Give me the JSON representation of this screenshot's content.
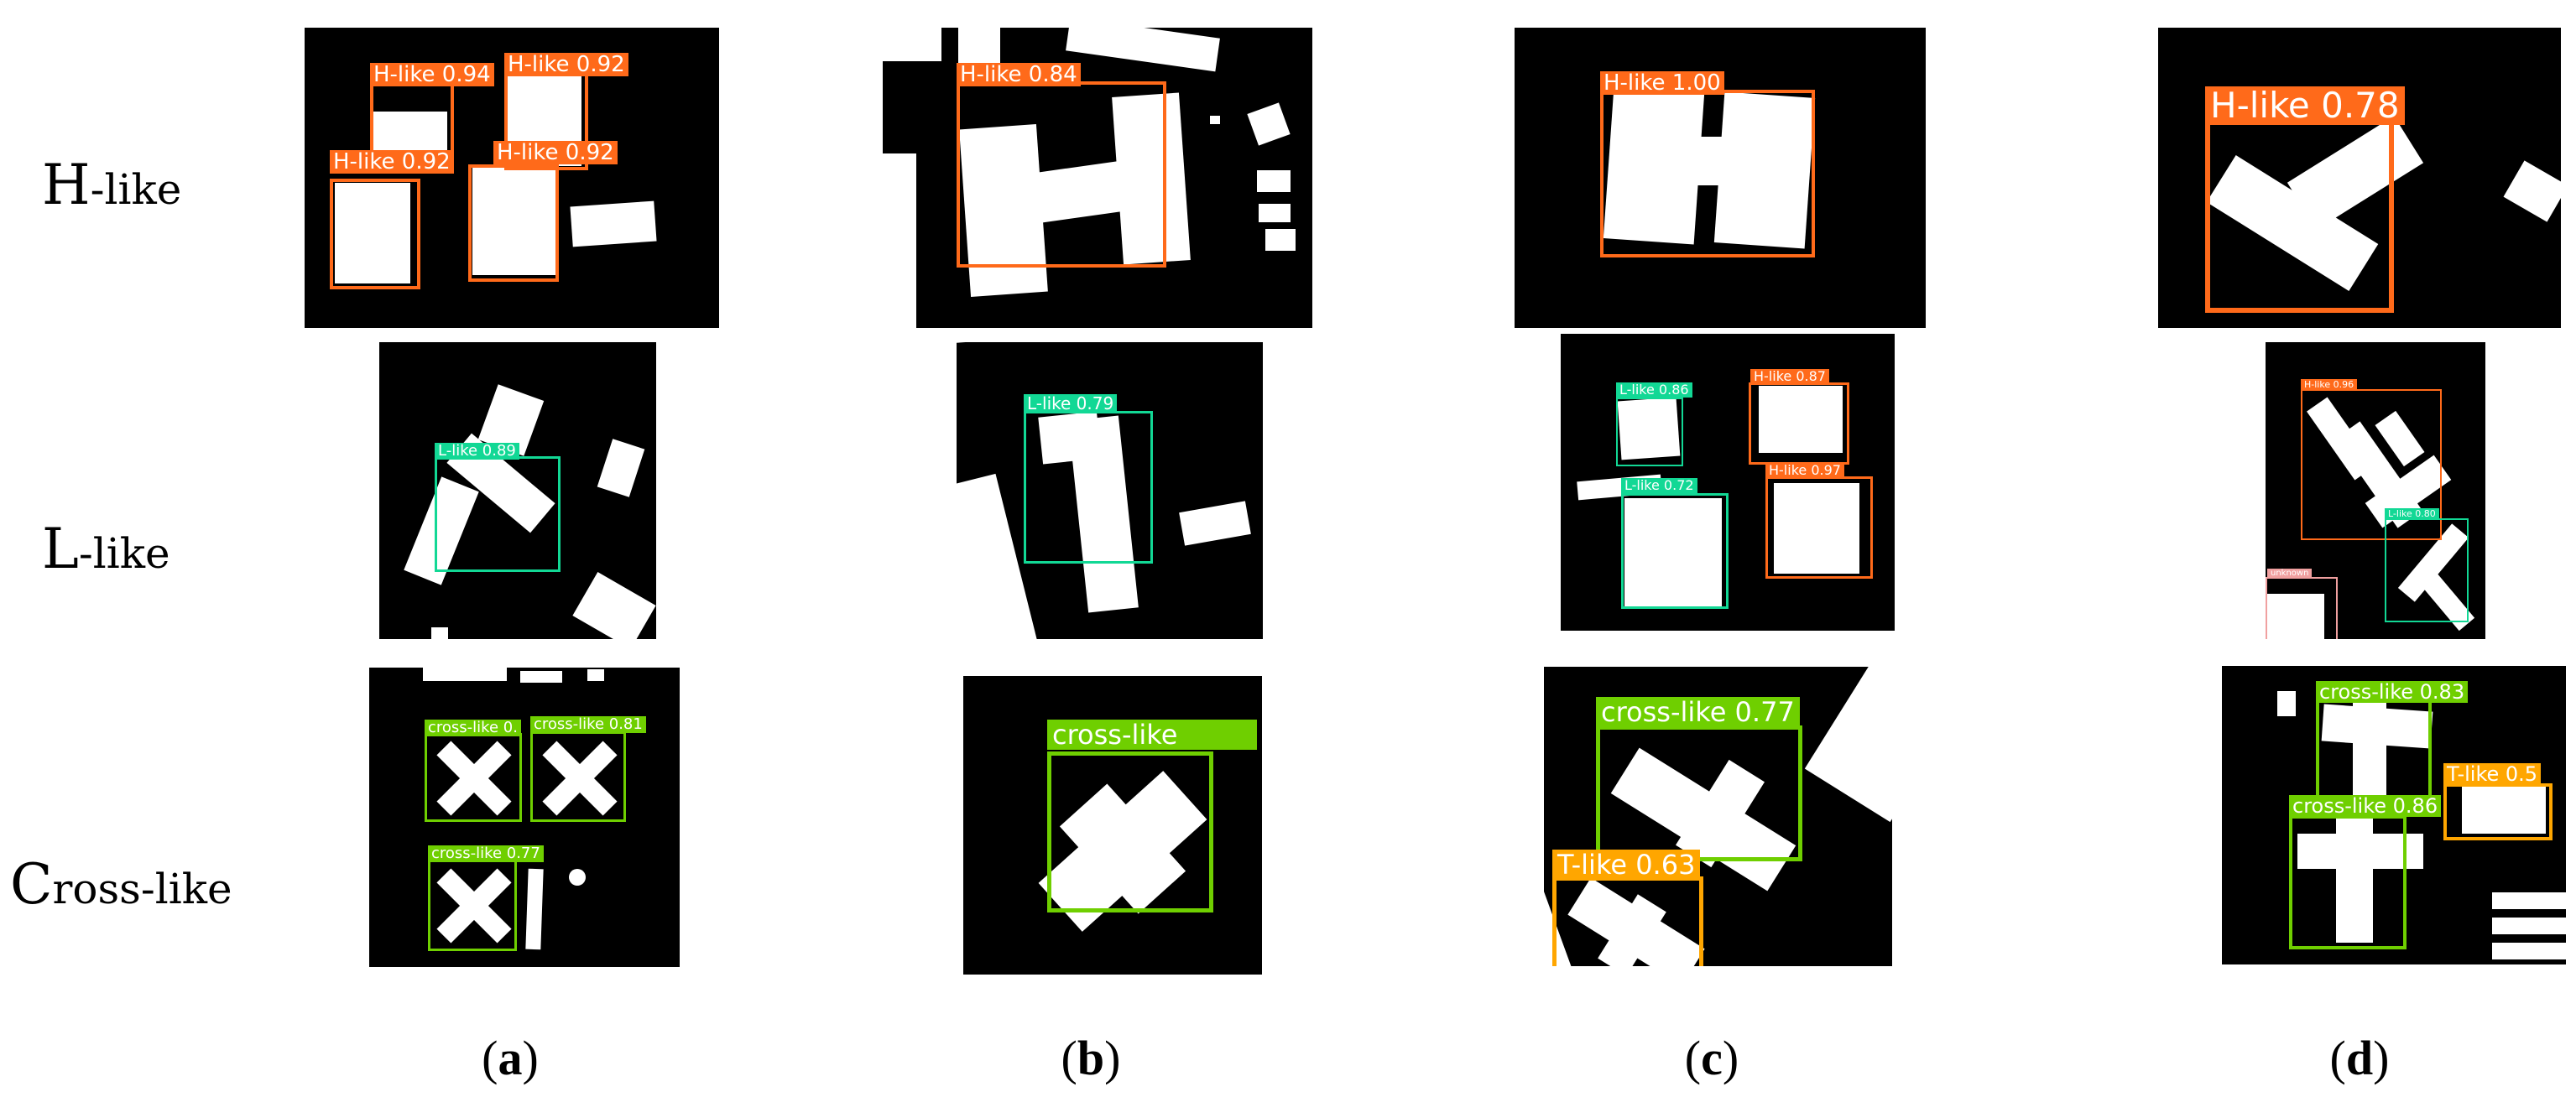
{
  "colors": {
    "H-like": "#ff6a1a",
    "L-like": "#12d895",
    "cross-like": "#6fcf00",
    "T-like": "#ffa600",
    "other": "#f0a0a0"
  },
  "rows": [
    {
      "main": "H",
      "rest": "-like"
    },
    {
      "main": "L",
      "rest": "-like"
    },
    {
      "main": "C",
      "rest": "ross-like"
    }
  ],
  "columns": [
    {
      "open": "(",
      "letter": "a",
      "close": ")"
    },
    {
      "open": "(",
      "letter": "b",
      "close": ")"
    },
    {
      "open": "(",
      "letter": "c",
      "close": ")"
    },
    {
      "open": "(",
      "letter": "d",
      "close": ")"
    }
  ],
  "detections": {
    "r0c0": [
      "H-like 0.94",
      "H-like 0.92",
      "H-like 0.92",
      "H-like 0.92"
    ],
    "r0c1": [
      "H-like 0.84"
    ],
    "r0c2": [
      "H-like 1.00"
    ],
    "r0c3": [
      "H-like 0.78"
    ],
    "r1c0": [
      "L-like 0.89"
    ],
    "r1c1": [
      "L-like 0.79"
    ],
    "r1c2": [
      "L-like 0.86",
      "H-like 0.87",
      "L-like 0.72",
      "H-like 0.97"
    ],
    "r1c3": [
      "H-like 0.96",
      "L-like 0.80",
      "unknown"
    ],
    "r2c0": [
      "cross-like 0.",
      "cross-like 0.81",
      "cross-like 0.77"
    ],
    "r2c1": [
      "cross-like"
    ],
    "r2c2": [
      "cross-like 0.77",
      "T-like 0.63"
    ],
    "r2c3": [
      "cross-like 0.83",
      "T-like 0.5",
      "cross-like 0.86"
    ]
  }
}
